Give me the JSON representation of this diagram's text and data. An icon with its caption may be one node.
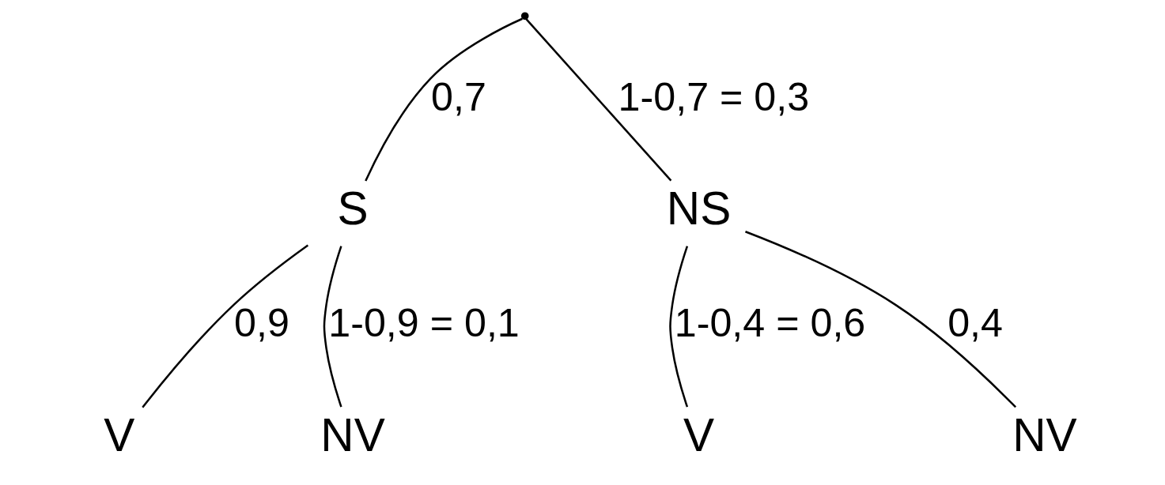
{
  "diagram": {
    "nodes": [
      {
        "text": [],
        "shape": "point"
      },
      {
        "text": [
          "S"
        ]
      },
      {
        "text": [
          "NS"
        ]
      },
      {
        "text": [
          "V"
        ]
      },
      {
        "text": [
          "NV"
        ]
      },
      {
        "text": [
          "V"
        ]
      },
      {
        "text": [
          "NV"
        ]
      }
    ],
    "edges": [
      {
        "from": 0,
        "to": 1,
        "arrow": "none",
        "label": "0,7"
      },
      {
        "from": 0,
        "to": 2,
        "arrow": "none",
        "label": "1-0,7 = 0,3"
      },
      {
        "from": 1,
        "to": 3,
        "arrow": "none",
        "label": "0,9"
      },
      {
        "from": 1,
        "to": 4,
        "arrow": "none",
        "label": "1-0,9 = 0,1"
      },
      {
        "from": 2,
        "to": 5,
        "arrow": "none",
        "label": "1-0,4 = 0,6"
      },
      {
        "from": 2,
        "to": 6,
        "arrow": "none",
        "label": "0,4"
      }
    ]
  }
}
